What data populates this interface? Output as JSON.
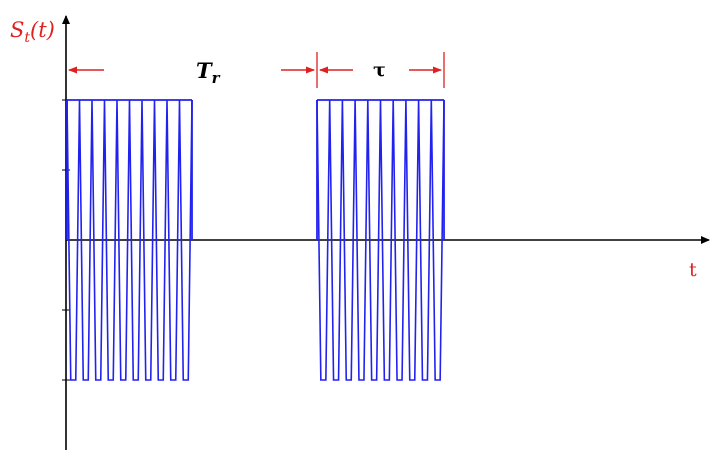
{
  "labels": {
    "y_axis_main": "S",
    "y_axis_sub": "t",
    "y_axis_arg": "(t)",
    "x_axis": "t",
    "period_main": "T",
    "period_sub": "r",
    "pulse_width": "τ"
  },
  "colors": {
    "signal": "#2222ee",
    "annotation": "#e02020",
    "axis": "#000000",
    "period_label": "#000000"
  },
  "signal": {
    "type": "pulsed triangular (sawtooth-like) train",
    "bursts": 2,
    "cycles_per_burst": 10
  }
}
